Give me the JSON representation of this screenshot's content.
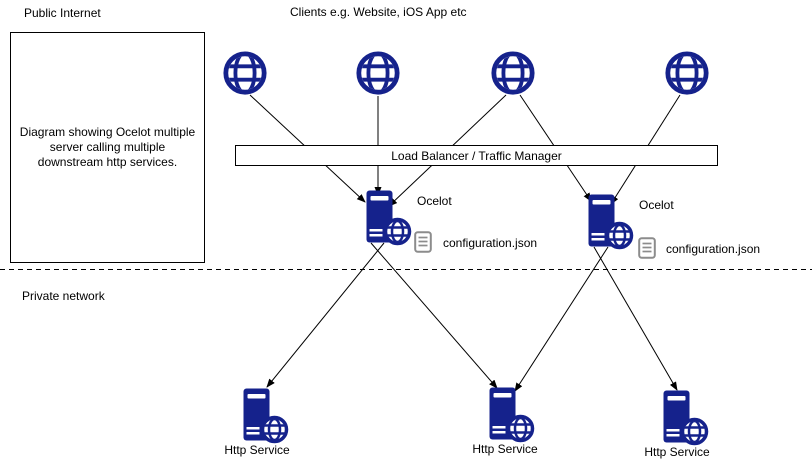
{
  "title": "Ocelot API Gateway diagram",
  "colors": {
    "node_blue": "#15228C",
    "doc_gray": "#8C8C8C",
    "line_black": "#000000"
  },
  "header": {
    "public_internet": "Public Internet",
    "clients": "Clients e.g. Website, iOS App etc"
  },
  "description_box": {
    "text": "Diagram showing Ocelot multiple server calling multiple downstream http services."
  },
  "load_balancer": {
    "label": "Load Balancer / Traffic Manager"
  },
  "private_network": {
    "label": "Private network"
  },
  "clients": [
    {
      "icon": "globe-icon"
    },
    {
      "icon": "globe-icon"
    },
    {
      "icon": "globe-icon"
    },
    {
      "icon": "globe-icon"
    }
  ],
  "gateways": [
    {
      "label": "Ocelot",
      "config": "configuration.json",
      "icon": "server-globe-icon",
      "config_icon": "document-icon"
    },
    {
      "label": "Ocelot",
      "config": "configuration.json",
      "icon": "server-globe-icon",
      "config_icon": "document-icon"
    }
  ],
  "services": [
    {
      "label": "Http Service",
      "icon": "server-globe-icon"
    },
    {
      "label": "Http Service",
      "icon": "server-globe-icon"
    },
    {
      "label": "Http Service",
      "icon": "server-globe-icon"
    }
  ],
  "connections": [
    {
      "from": "client-1",
      "to": "gateway-1"
    },
    {
      "from": "client-2",
      "to": "gateway-1"
    },
    {
      "from": "client-3",
      "to": "gateway-1"
    },
    {
      "from": "client-3",
      "to": "gateway-2"
    },
    {
      "from": "client-4",
      "to": "gateway-2"
    },
    {
      "from": "gateway-1",
      "to": "service-1"
    },
    {
      "from": "gateway-1",
      "to": "service-2"
    },
    {
      "from": "gateway-2",
      "to": "service-2"
    },
    {
      "from": "gateway-2",
      "to": "service-3"
    }
  ]
}
